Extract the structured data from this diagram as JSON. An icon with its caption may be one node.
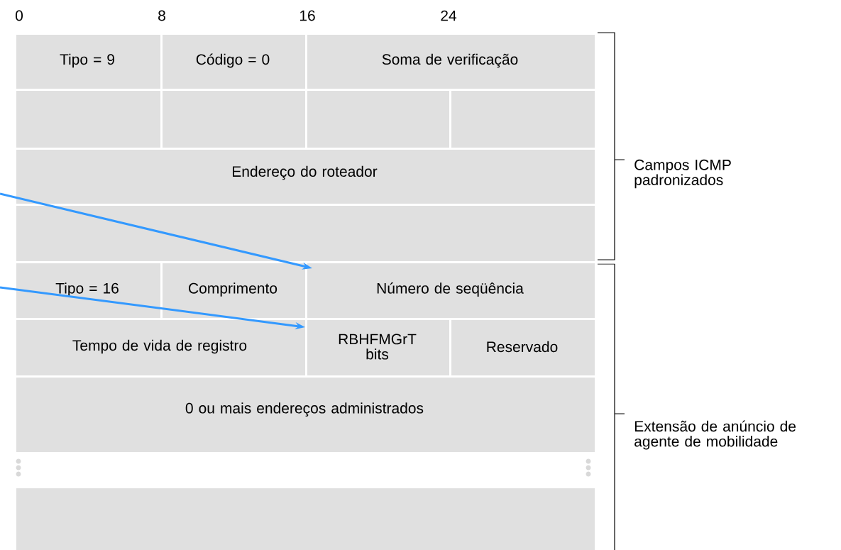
{
  "diagram": {
    "nodes": [
      {
        "text": [
          "Tipo = 9"
        ]
      },
      {
        "text": [
          "Código = 0"
        ]
      },
      {
        "text": [
          "Soma de verificação"
        ]
      },
      {
        "text": [],
        "shape": "box"
      },
      {
        "text": [],
        "shape": "box"
      },
      {
        "text": [],
        "shape": "box"
      },
      {
        "text": [],
        "shape": "box"
      },
      {
        "text": [
          "Endereço do roteador"
        ]
      },
      {
        "text": [],
        "shape": "box"
      },
      {
        "text": [
          "Tipo = 16"
        ]
      },
      {
        "text": [
          "Comprimento"
        ]
      },
      {
        "text": [
          "Número de seqüência"
        ]
      },
      {
        "text": [
          "Tempo de vida de registro"
        ]
      },
      {
        "text": [
          "RBHFMGrT bits"
        ]
      },
      {
        "text": [
          "Reservado"
        ]
      },
      {
        "text": [
          "0 ou mais endereços administrados"
        ]
      },
      {
        "text": [],
        "shape": "box"
      }
    ],
    "edges": [
      {
        "from": null,
        "to": 11,
        "arrow": "to"
      },
      {
        "from": null,
        "to": 13,
        "arrow": "to"
      }
    ],
    "labels": [
      "0",
      "8",
      "16",
      "24",
      "Campos ICMP padronizados",
      "Extensão de anúncio de agente de mobilidade"
    ]
  }
}
